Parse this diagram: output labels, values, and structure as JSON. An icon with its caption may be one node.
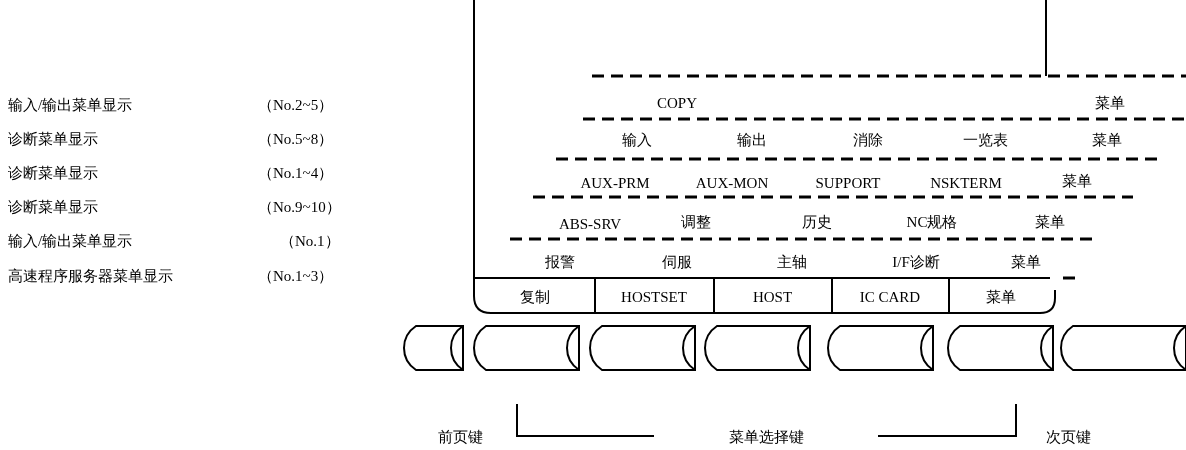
{
  "diagram": {
    "nodes": [
      {
        "text": [
          "复制"
        ]
      },
      {
        "text": [
          "HOSTSET"
        ]
      },
      {
        "text": [
          "HOST"
        ]
      },
      {
        "text": [
          "IC CARD"
        ]
      },
      {
        "text": [
          "菜单"
        ]
      }
    ],
    "edges": [],
    "labels": [
      "输入/输出菜单显示",
      "（No.2~5）",
      "COPY",
      "菜单",
      "诊断菜单显示",
      "（No.5~8）",
      "输入",
      "输出",
      "消除",
      "一览表",
      "菜单",
      "诊断菜单显示",
      "（No.1~4）",
      "AUX-PRM",
      "AUX-MON",
      "SUPPORT",
      "NSKTERM",
      "菜单",
      "诊断菜单显示",
      "（No.9~10）",
      "ABS-SRV",
      "调整",
      "历史",
      "NC规格",
      "菜单",
      "输入/输出菜单显示",
      "（No.1）",
      "报警",
      "伺服",
      "主轴",
      "I/F诊断",
      "菜单",
      "高速程序服务器菜单显示",
      "（No.1~3）",
      "前页键",
      "菜单选择键",
      "次页键"
    ]
  }
}
